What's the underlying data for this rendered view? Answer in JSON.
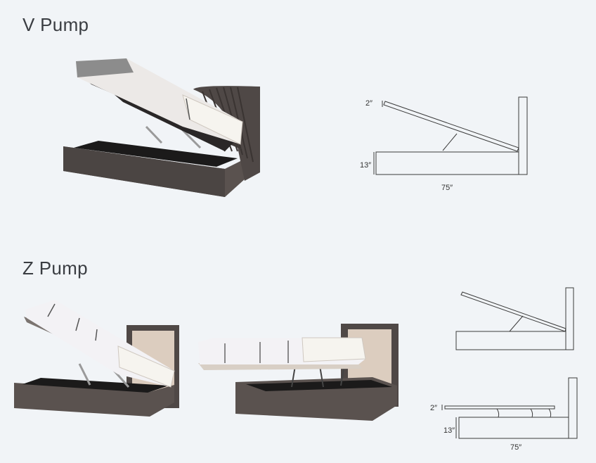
{
  "sections": {
    "v_pump": {
      "title": "V Pump",
      "diagram": {
        "lift_label": "2″",
        "height_label": "13″",
        "length_label": "75″"
      }
    },
    "z_pump": {
      "title": "Z Pump",
      "diagram": {
        "lift_label": "2″",
        "height_label": "13″",
        "length_label": "75″"
      }
    }
  },
  "colors": {
    "background": "#f1f4f7",
    "fabric_dark": "#5a524f",
    "headboard_dark": "#4f4846",
    "headboard_panel_light": "#dccdbf",
    "mattress": "#ece9e7",
    "line_art": "#3b3b3b"
  }
}
